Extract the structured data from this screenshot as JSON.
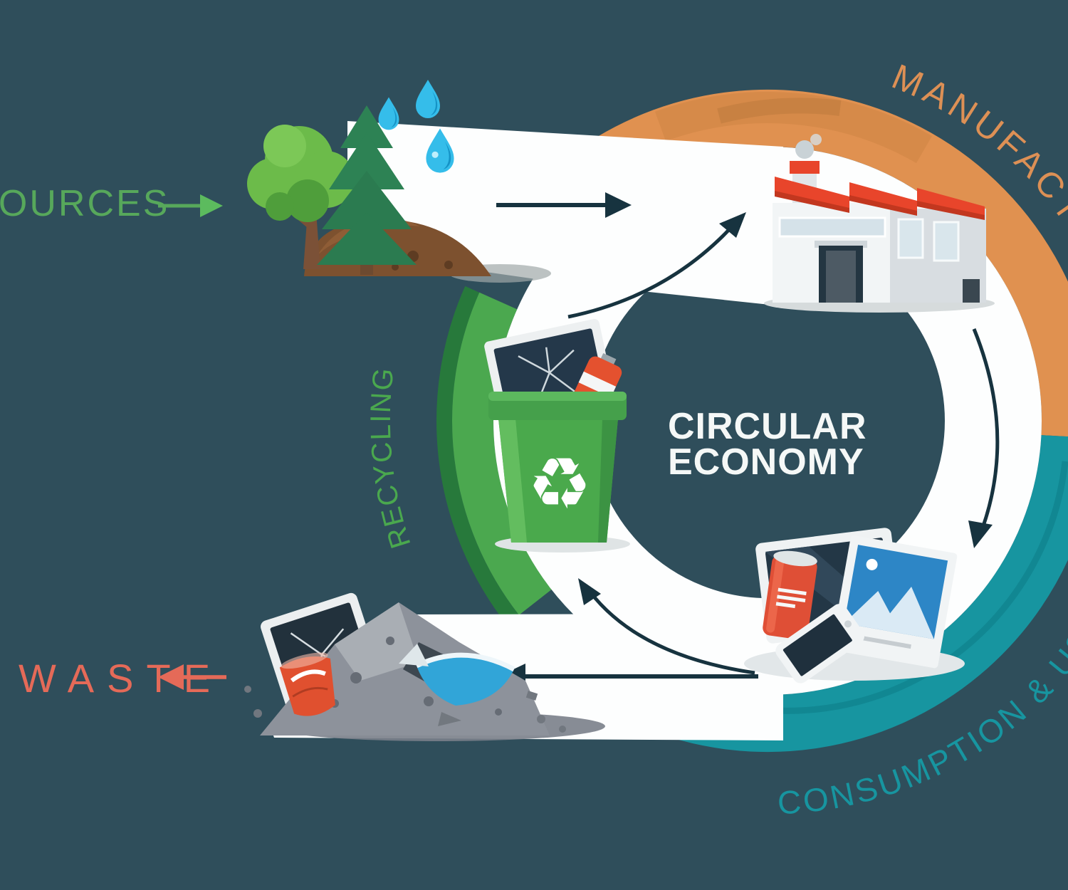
{
  "background_color": "#2f4e5b",
  "center": {
    "title_line1": "CIRCULAR",
    "title_line2": "ECONOMY",
    "text_color": "#f5f8f7"
  },
  "cycle_arcs": [
    {
      "id": "manufacturing",
      "label": "MANUFACTURING",
      "arc_color": "#e09150",
      "label_color": "#dd9055",
      "position": "top"
    },
    {
      "id": "consumption",
      "label": "CONSUMPTION & USE",
      "arc_color": "#1795a0",
      "label_color": "#1795a0",
      "position": "bottom-right"
    },
    {
      "id": "recycling",
      "label": "RECYCLING",
      "arc_color": "#4ba84f",
      "arc_edge_color": "#27793b",
      "label_color": "#4aa84e",
      "position": "left"
    }
  ],
  "external_flows": [
    {
      "id": "resources",
      "label": "RESOURCES",
      "visible_text": "OURCES",
      "color": "#57a85b",
      "arrow_direction": "right",
      "position": "top-left"
    },
    {
      "id": "waste",
      "label": "WASTE",
      "color": "#e56a58",
      "arrow_direction": "left",
      "position": "bottom-left"
    }
  ],
  "icons": [
    "deciduous-tree-icon",
    "pine-tree-icon",
    "soil-mound-icon",
    "water-drops-icon",
    "factory-icon",
    "recycling-bin-icon",
    "broken-monitor-icon",
    "battery-icon",
    "tablet-icon",
    "photo-frame-icon",
    "soda-can-icon",
    "smartphone-icon",
    "waste-pile-icon",
    "broken-tablet-icon",
    "crushed-can-icon",
    "broken-glass-icon",
    "flow-arrow-icon",
    "resources-arrow-icon",
    "waste-arrow-icon"
  ],
  "palette": {
    "white_ring": "#fdfefe",
    "flow_arrow": "#17333f",
    "tree_green_light": "#6cbb4a",
    "tree_green_dark": "#4f9e3b",
    "pine_green": "#2d8254",
    "soil_brown": "#7d512f",
    "drop_blue": "#35bdea",
    "factory_red_roof": "#e8452b",
    "bin_green": "#4aa94c",
    "device_screen": "#233746",
    "can_red": "#df4f36",
    "photo_blue": "#2d86c6",
    "waste_gray": "#8d929b"
  }
}
